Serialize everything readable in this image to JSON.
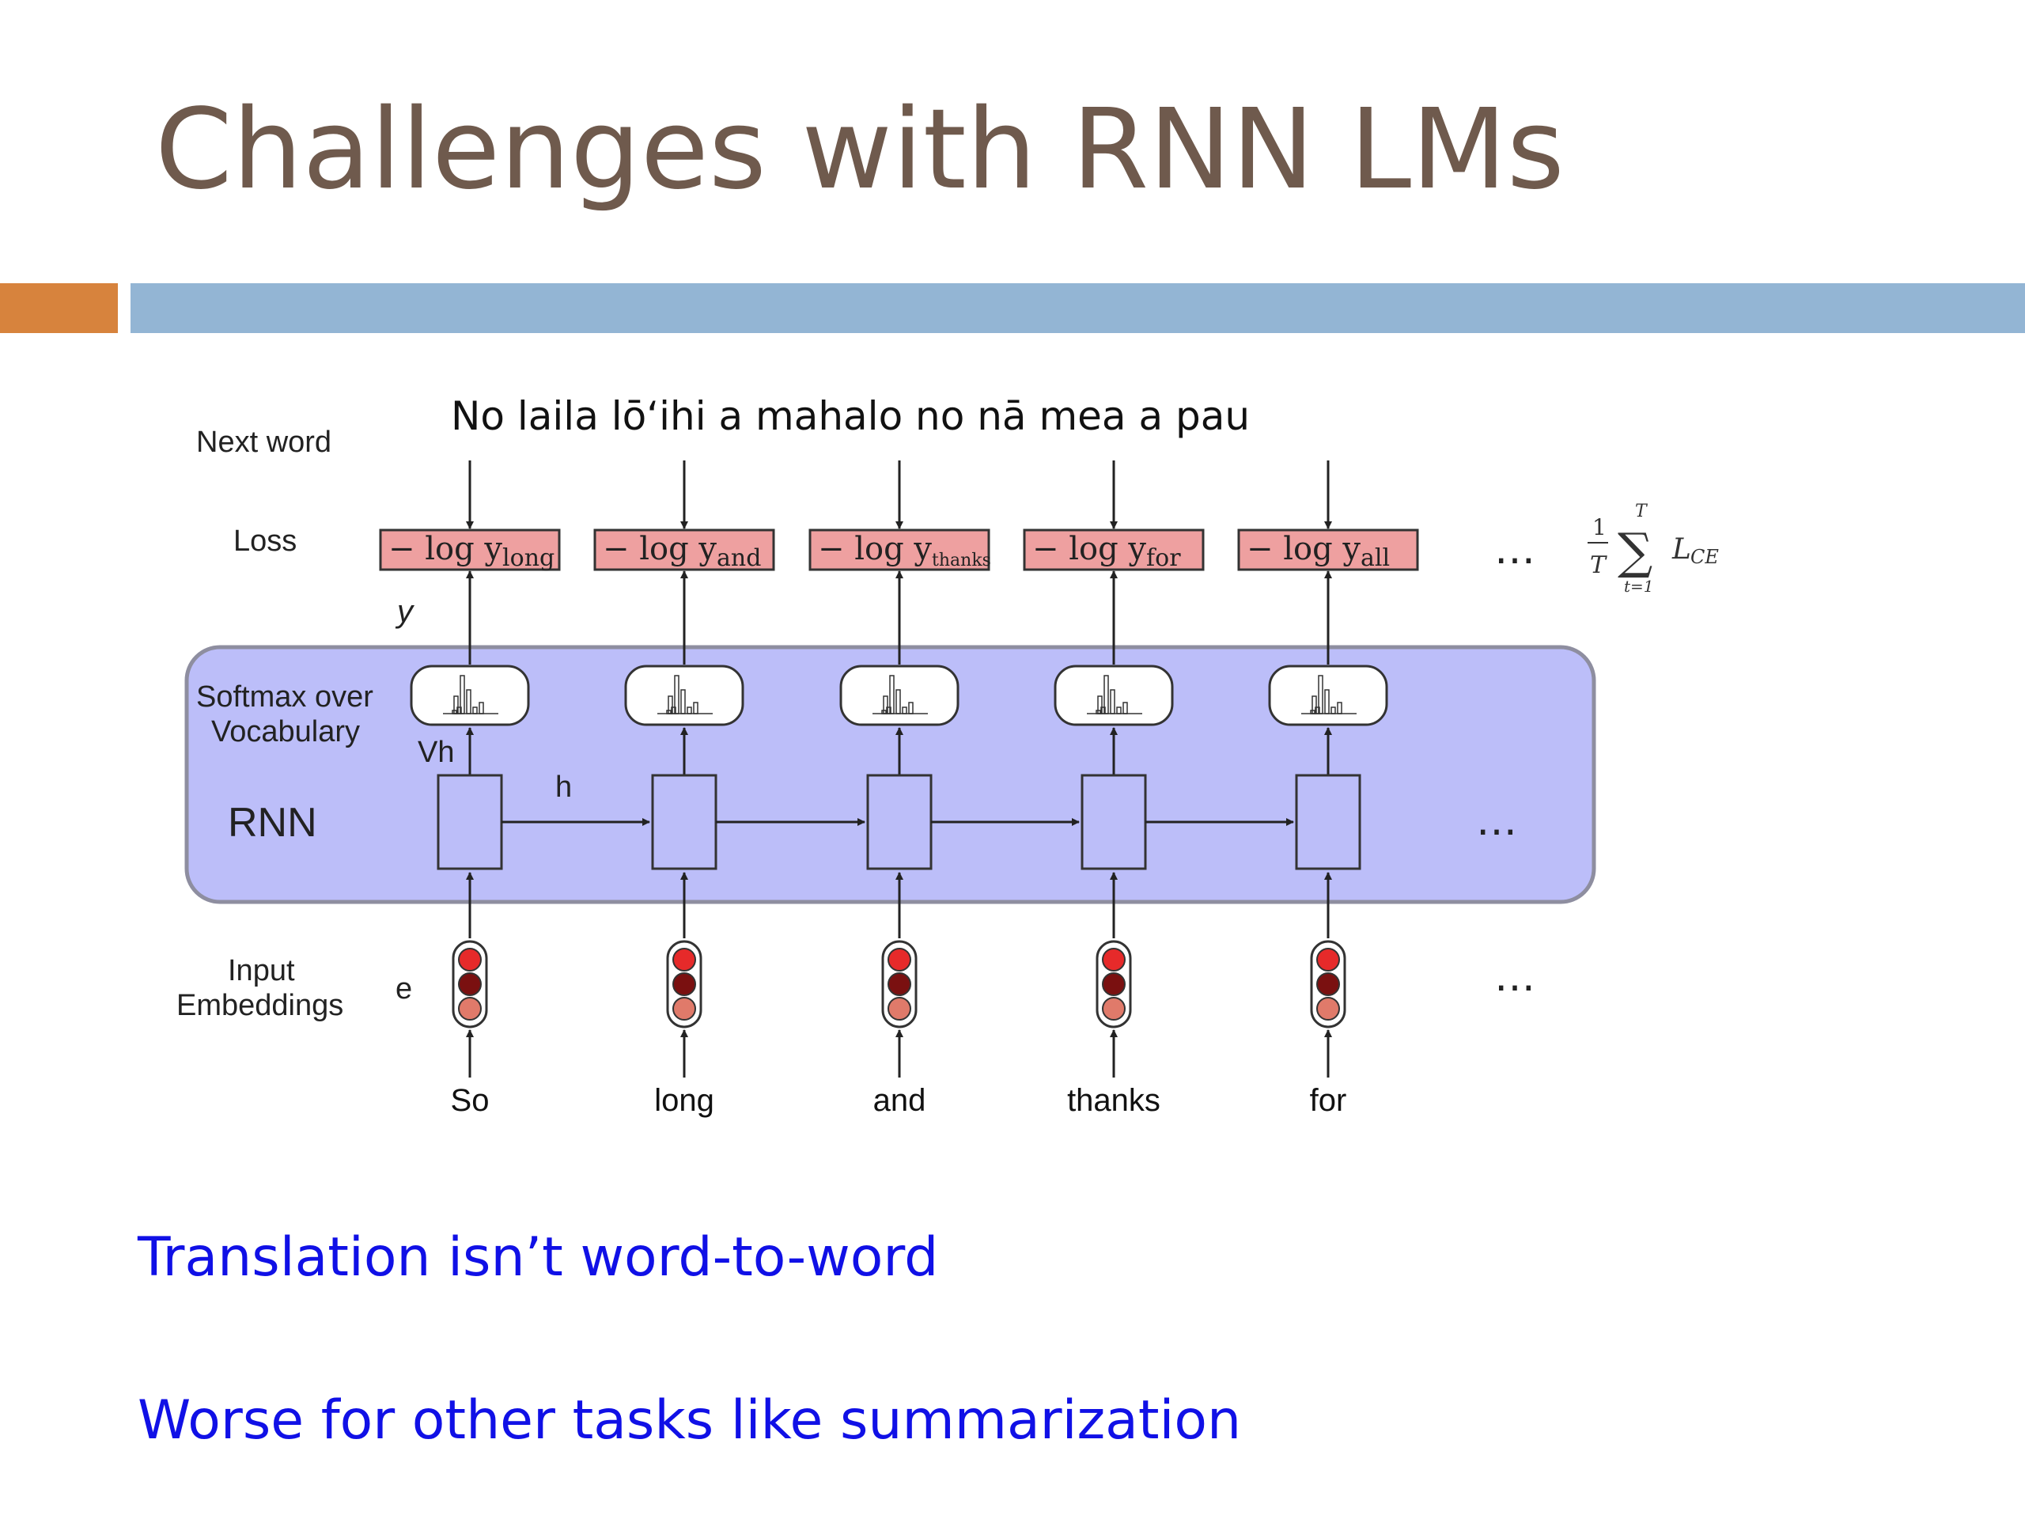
{
  "slide": {
    "title": "Challenges with RNN LMs",
    "bullets": [
      "Translation isn’t word-to-word",
      "Worse for other tasks like summarization"
    ],
    "colors": {
      "title": "#6f5a4d",
      "accent_orange": "#d7833d",
      "accent_blue": "#93b5d4",
      "bullet_text": "#1010e6"
    }
  },
  "diagram": {
    "target_sentence": "No laila lōʻihi a mahalo no nā mea a pau",
    "row_labels": {
      "next_word": "Next word",
      "loss": "Loss",
      "softmax_line1": "Softmax over",
      "softmax_line2": "Vocabulary",
      "rnn": "RNN",
      "input_line1": "Input",
      "input_line2": "Embeddings"
    },
    "symbols": {
      "y": "y",
      "vh": "Vh",
      "h": "h",
      "e": "e"
    },
    "loss_prefix": "− log y",
    "loss_subscripts": [
      "long",
      "and",
      "thanks",
      "for",
      "all"
    ],
    "inputs": [
      "So",
      "long",
      "and",
      "thanks",
      "for"
    ],
    "ellipsis": "…",
    "formula": {
      "num": "1",
      "den": "T",
      "upper": "T",
      "lower": "t=1",
      "sigma": "∑",
      "term": "L",
      "term_sub": "CE"
    },
    "colors": {
      "rnn_panel": "#bcbef9",
      "rnn_panel_border": "#8e8ea0",
      "loss_box": "#eea0a0",
      "emb_top": "#e62a2a",
      "emb_mid": "#7a1010",
      "emb_bottom": "#e07a6a"
    }
  }
}
